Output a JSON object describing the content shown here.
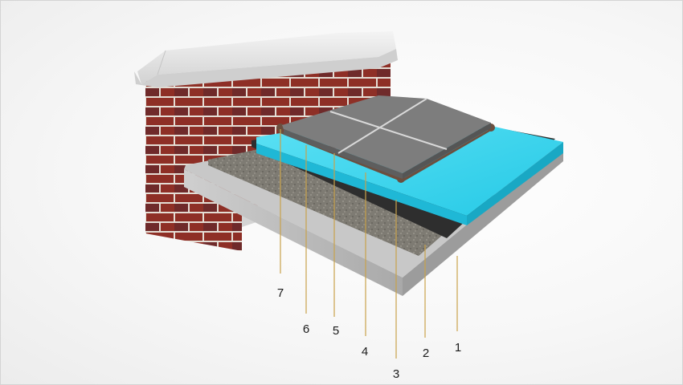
{
  "colors": {
    "brick": "#8e2f26",
    "brick_alt": "#6f2a2a",
    "mortar": "#e4ddd4",
    "coping": "#e6e6e6",
    "concrete": "#bfbfbf",
    "screed": "#7e7b73",
    "bitumen": "#2e2e2e",
    "insulation": "#38d6f0",
    "pedestal": "#6b4f3f",
    "tile": "#7d7d7d",
    "leader": "#c9a24b"
  },
  "callouts": [
    {
      "label": "7"
    },
    {
      "label": "6"
    },
    {
      "label": "5"
    },
    {
      "label": "4"
    },
    {
      "label": "3"
    },
    {
      "label": "2"
    },
    {
      "label": "1"
    }
  ]
}
